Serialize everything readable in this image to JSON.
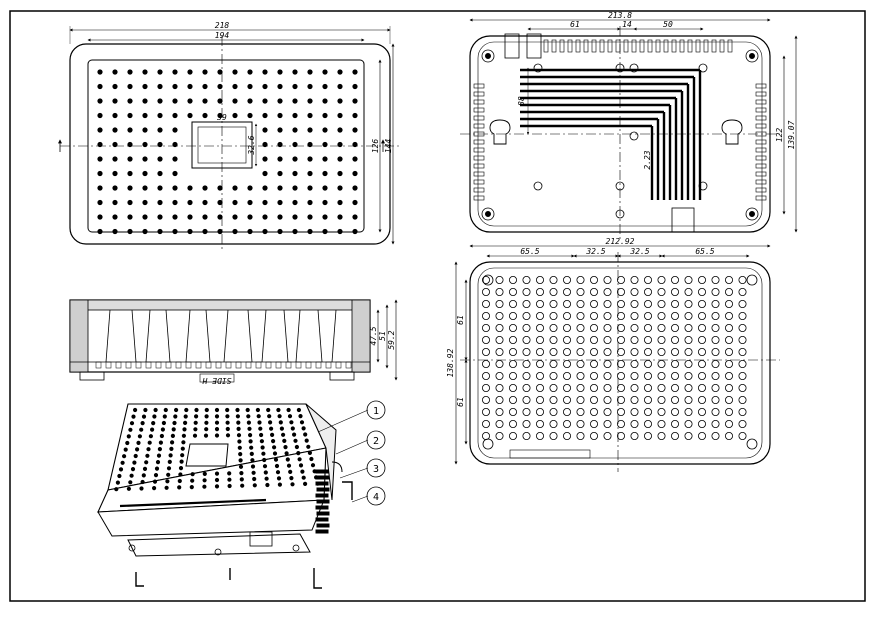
{
  "top_view": {
    "dim_width_outer": "218",
    "dim_width_inner": "194",
    "dim_height_inner": "126",
    "dim_height_outer": "144",
    "dim_window_w": "39",
    "dim_window_h": "32.6"
  },
  "bottom_view": {
    "dim_width": "213.8",
    "dim_left": "61",
    "dim_mid": "14",
    "dim_right": "50",
    "dim_height_inner": "122",
    "dim_height_outer": "139.07",
    "dim_slot_offset": "88",
    "dim_small": "2.23"
  },
  "back_view": {
    "dim_width": "212.92",
    "dim_a": "65.5",
    "dim_b": "32.5",
    "dim_c": "32.5",
    "dim_d": "65.5",
    "dim_height": "138.92",
    "dim_left_top": "61",
    "dim_left_bottom": "61"
  },
  "side_view": {
    "dim_h1": "47.5",
    "dim_h2": "51",
    "dim_h3": "59.2",
    "section_label": "SIDE H"
  },
  "callouts": [
    "1",
    "2",
    "3",
    "4"
  ]
}
